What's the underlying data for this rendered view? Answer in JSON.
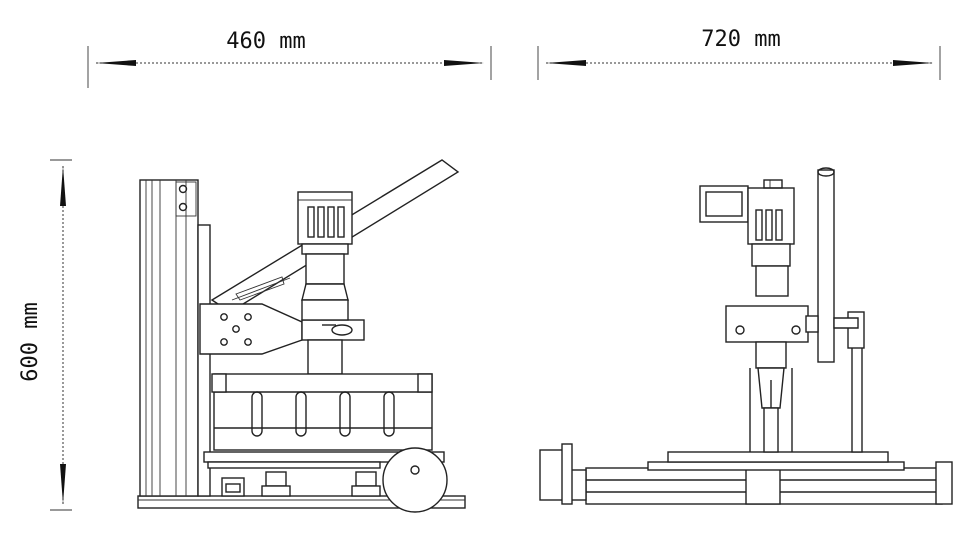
{
  "dimensions": {
    "side_width": "460 mm",
    "front_width": "720 mm",
    "height": "600 mm"
  },
  "colors": {
    "line": "#222222",
    "background": "#ffffff"
  }
}
